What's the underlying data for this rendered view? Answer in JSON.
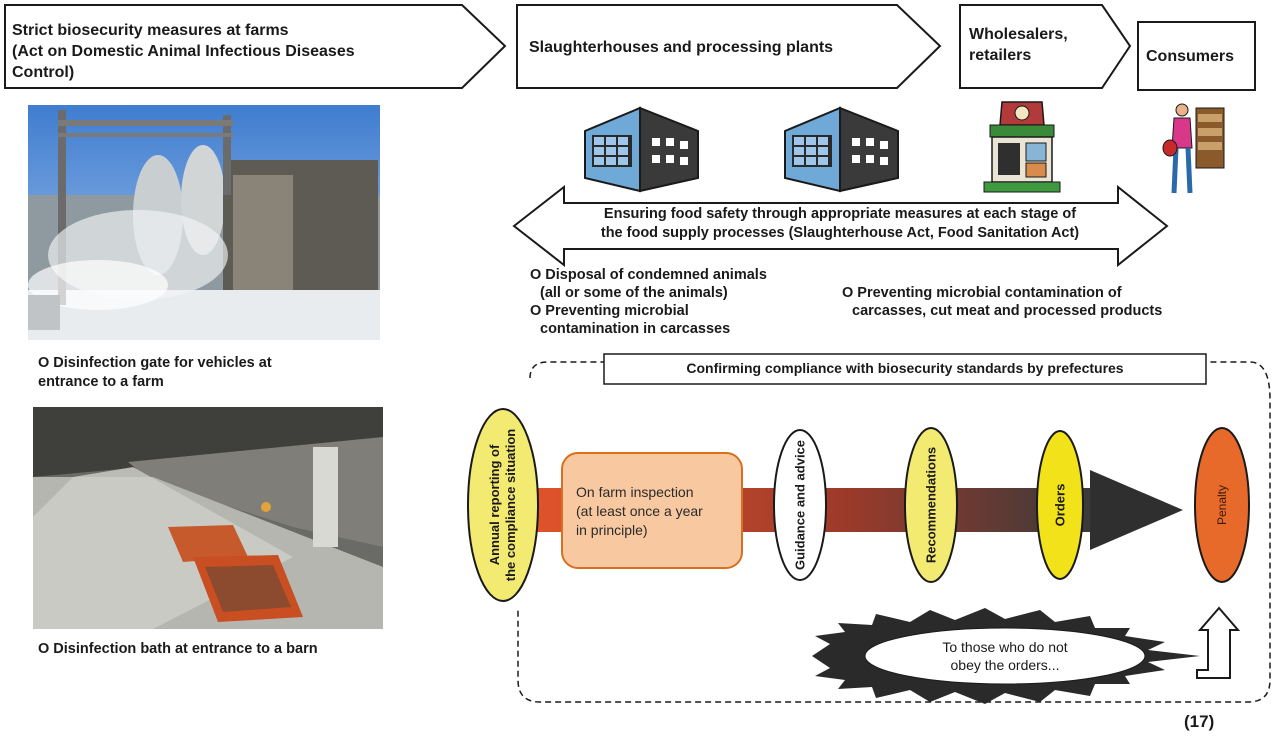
{
  "header": {
    "farm_line1": "Strict biosecurity measures at farms",
    "farm_line2": "(Act on Domestic Animal Infectious Diseases",
    "farm_line3": "Control)",
    "slaughter": "Slaughterhouses and processing plants",
    "wholesale_line1": "Wholesalers,",
    "wholesale_line2": "retailers",
    "consumers": "Consumers"
  },
  "icons": {
    "factory_1": "factory-icon",
    "factory_2": "factory-icon",
    "shop": "shop-icon",
    "consumer": "shopper-icon"
  },
  "food_safety": {
    "line1": "Ensuring food safety through appropriate measures at each stage of",
    "line2": "the food supply processes (Slaughterhouse Act, Food Sanitation Act)"
  },
  "notes": {
    "left_1a": "O Disposal of condemned animals",
    "left_1b": "(all or some of the animals)",
    "left_2a": "O Preventing microbial",
    "left_2b": "contamination in carcasses",
    "right_1a": "O  Preventing  microbial  contamination  of",
    "right_1b": "carcasses, cut meat and processed products"
  },
  "photos": {
    "caption_1a": "O Disinfection gate for vehicles at",
    "caption_1b": "entrance to a farm",
    "caption_2": "O Disinfection bath at entrance to a barn"
  },
  "compliance": {
    "title": "Confirming compliance with biosecurity standards by prefectures",
    "annual_line1": "Annual reporting of",
    "annual_line2": "the compliance situation",
    "inspection_line1": "On farm inspection",
    "inspection_line2": "(at least once a year",
    "inspection_line3": "in principle)",
    "guidance": "Guidance and advice",
    "recommendations": "Recommendations",
    "orders": "Orders",
    "penalty": "Penalty",
    "disobey_line1": "To those who do not",
    "disobey_line2": "obey the orders..."
  },
  "page_number": "(17)",
  "colors": {
    "yellow": "#f3ea72",
    "bright_yellow": "#f2e21a",
    "orange_box": "#f8c9a0",
    "orange_box_border": "#d8701f",
    "penalty": "#e86a2a",
    "building_blue": "#6fa9d8"
  }
}
